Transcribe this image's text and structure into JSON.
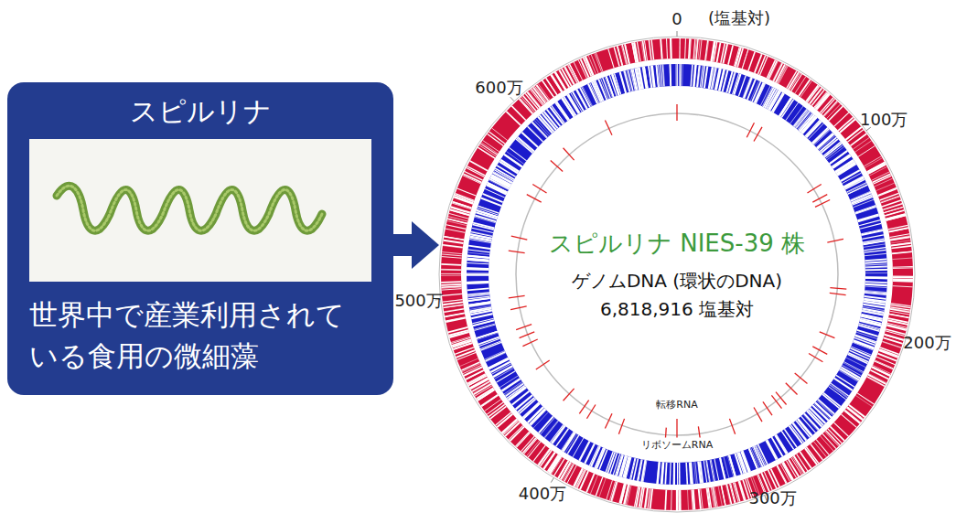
{
  "diagram": {
    "nodes": [
      {
        "text": [
          "スピルリナ",
          "世界中で産業利用されている食用の微細藻"
        ]
      },
      {
        "text": [
          "スピルリナ NIES-39 株",
          "ゲノムDNA (環状のDNA)",
          "6,818,916 塩基対"
        ]
      }
    ],
    "edges": [
      {
        "from": 0,
        "to": 1,
        "arrow": "to"
      }
    ],
    "labels": [
      "0",
      "(塩基対)",
      "100万",
      "200万",
      "300万",
      "400万",
      "500万",
      "600万",
      "転移RNA",
      "リボソームRNA"
    ]
  }
}
